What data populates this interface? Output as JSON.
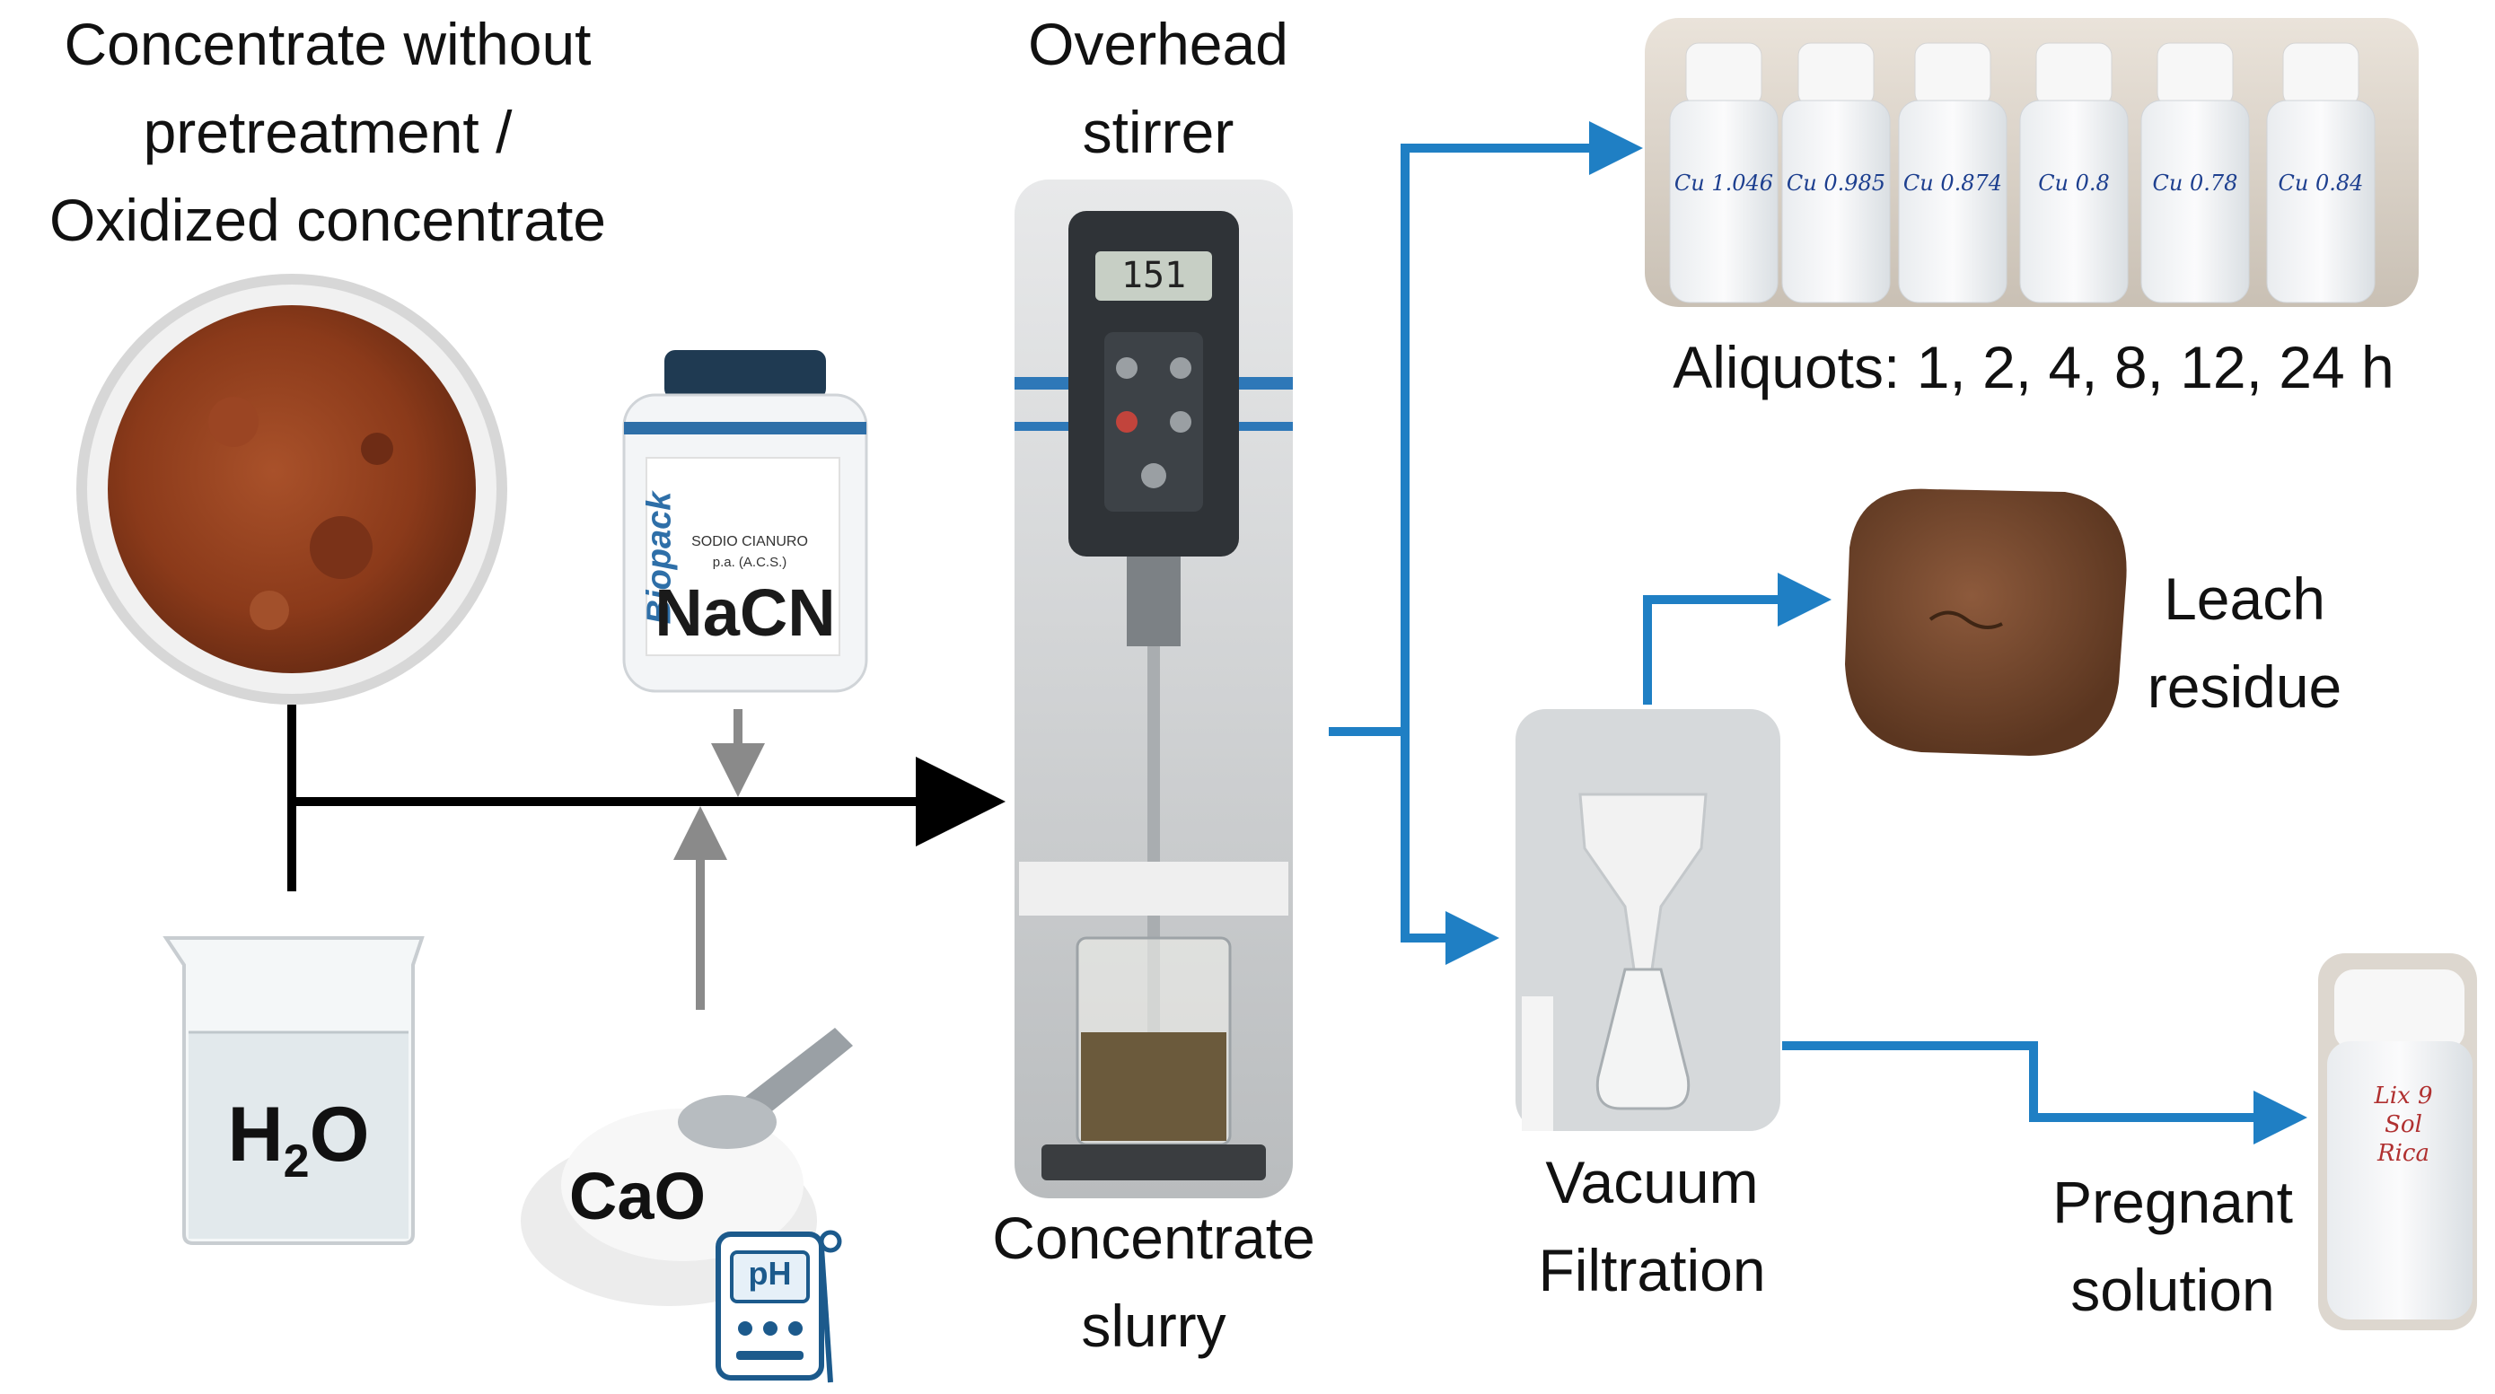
{
  "labels": {
    "concentrate": [
      "Concentrate without",
      "pretreatment /",
      "Oxidized concentrate"
    ],
    "stirrer": [
      "Overhead",
      "stirrer"
    ],
    "aliquots": "Aliquots: 1, 2, 4, 8, 12, 24 h",
    "leach_residue": [
      "Leach",
      "residue"
    ],
    "vacuum_filtration": [
      "Vacuum",
      "Filtration"
    ],
    "pregnant_solution": [
      "Pregnant",
      "solution"
    ],
    "slurry": [
      "Concentrate",
      "slurry"
    ],
    "nacn_text": "NaCN",
    "nacn_brand": "Biopack",
    "nacn_small": "SODIO CIANURO",
    "nacn_grade": "p.a. (A.C.S.)",
    "water_H": "H",
    "water_sub": "2",
    "water_O": "O",
    "cao": "CaO",
    "ph": "pH",
    "bottle_labels": [
      "Cu 1.046",
      "Cu 0.985",
      "Cu 0.874",
      "Cu 0.8",
      "Cu 0.78",
      "Cu 0.84"
    ],
    "pregnant_bottle_label": [
      "Lix 9",
      "Sol",
      "Rica"
    ],
    "stirrer_display": "151"
  },
  "colors": {
    "blue_arrow": "#1f7fc4",
    "black_arrow": "#000000",
    "gray_arrow": "#8a8a8a",
    "concentrate_brown": "#8b3a1a"
  }
}
